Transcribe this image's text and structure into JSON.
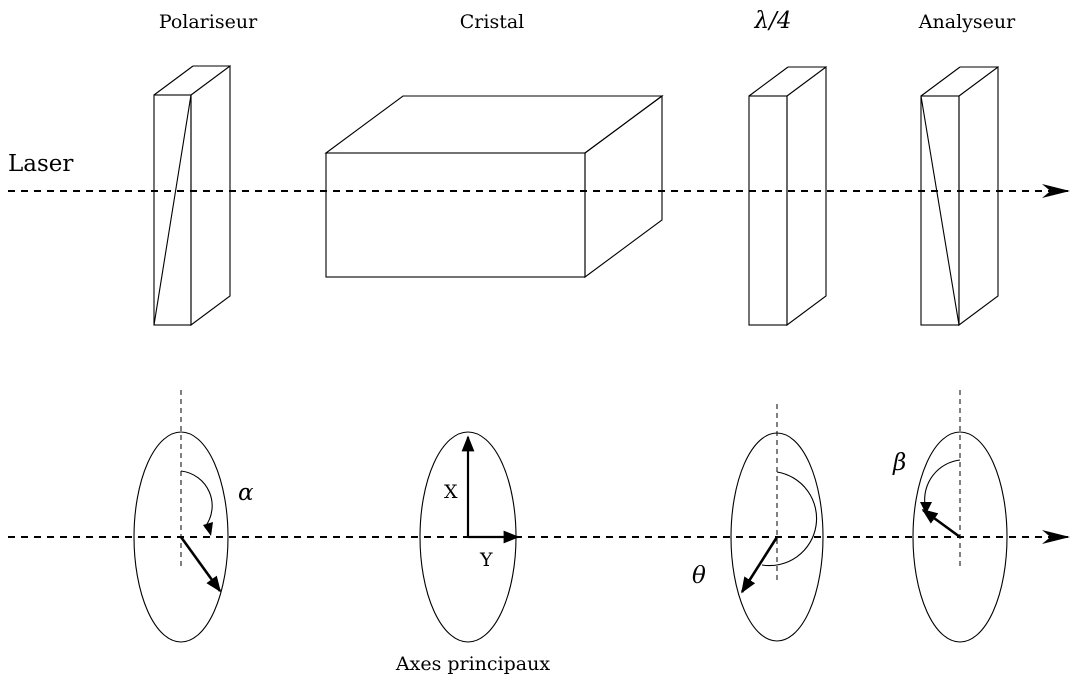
{
  "labels": {
    "polarizer": "Polariseur",
    "crystal": "Cristal",
    "quarter_wave": "λ/4",
    "analyzer": "Analyseur",
    "laser": "Laser",
    "principal_axes": "Axes principaux"
  },
  "axes": {
    "x": "X",
    "y": "Y"
  },
  "angles": {
    "alpha": "α",
    "theta": "θ",
    "beta": "β"
  }
}
